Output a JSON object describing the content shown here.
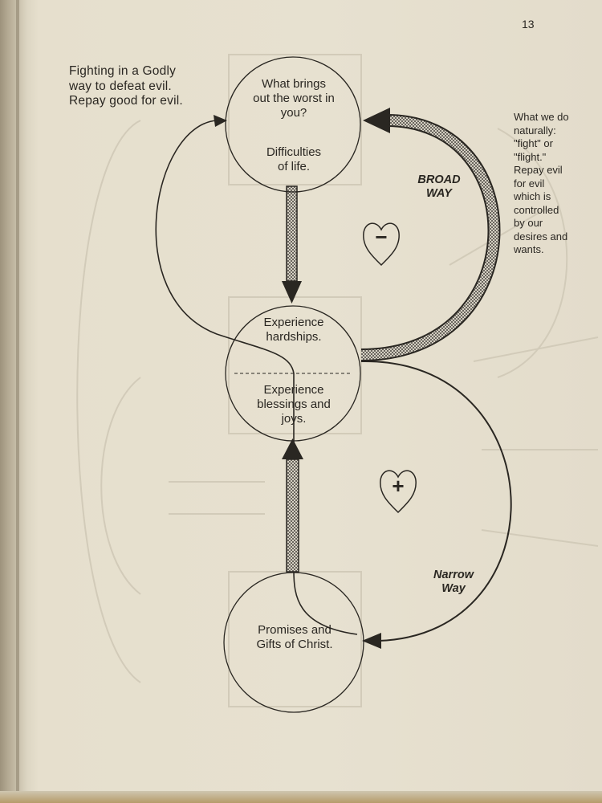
{
  "page": {
    "number": "13"
  },
  "notes": {
    "left": "Fighting in a Godly\nway to defeat evil.\nRepay good for evil.",
    "right": "What we do\nnaturally:\n\"fight\" or\n\"flight.\"\nRepay evil\nfor evil\nwhich is\ncontrolled\nby our\ndesires and\nwants."
  },
  "circles": {
    "top": {
      "text": "What brings\nout the worst in\nyou?",
      "sub": "Difficulties\nof life."
    },
    "middle": {
      "upper": "Experience\nhardships.",
      "lower": "Experience\nblessings and\njoys."
    },
    "bottom": {
      "text": "Promises and\nGifts of Christ."
    }
  },
  "paths": {
    "broad": "BROAD\nWAY",
    "narrow": "Narrow\nWay"
  },
  "hearts": {
    "upper": {
      "symbol": "−",
      "meaning": "minus"
    },
    "lower": {
      "symbol": "+",
      "meaning": "plus"
    }
  },
  "colors": {
    "ink": "#2a2722",
    "paper": "#e7e1d0",
    "ghost": "#d3ccba",
    "hatch": "#5a5650"
  }
}
